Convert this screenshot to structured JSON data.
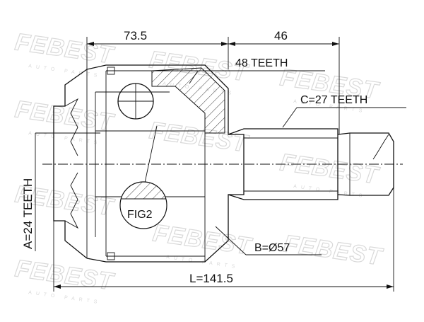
{
  "watermark": {
    "brand": "FEBEST",
    "tagline": "AUTO PARTS"
  },
  "dimensions": {
    "housing_length": "73.5",
    "stub_length": "46",
    "outer_teeth": "48 TEETH",
    "stub_teeth": "C=27 TEETH",
    "inner_teeth": "A=24 TEETH",
    "diameter": "B=Ø57",
    "total_length": "L=141.5"
  },
  "figure_label": "FIG2"
}
